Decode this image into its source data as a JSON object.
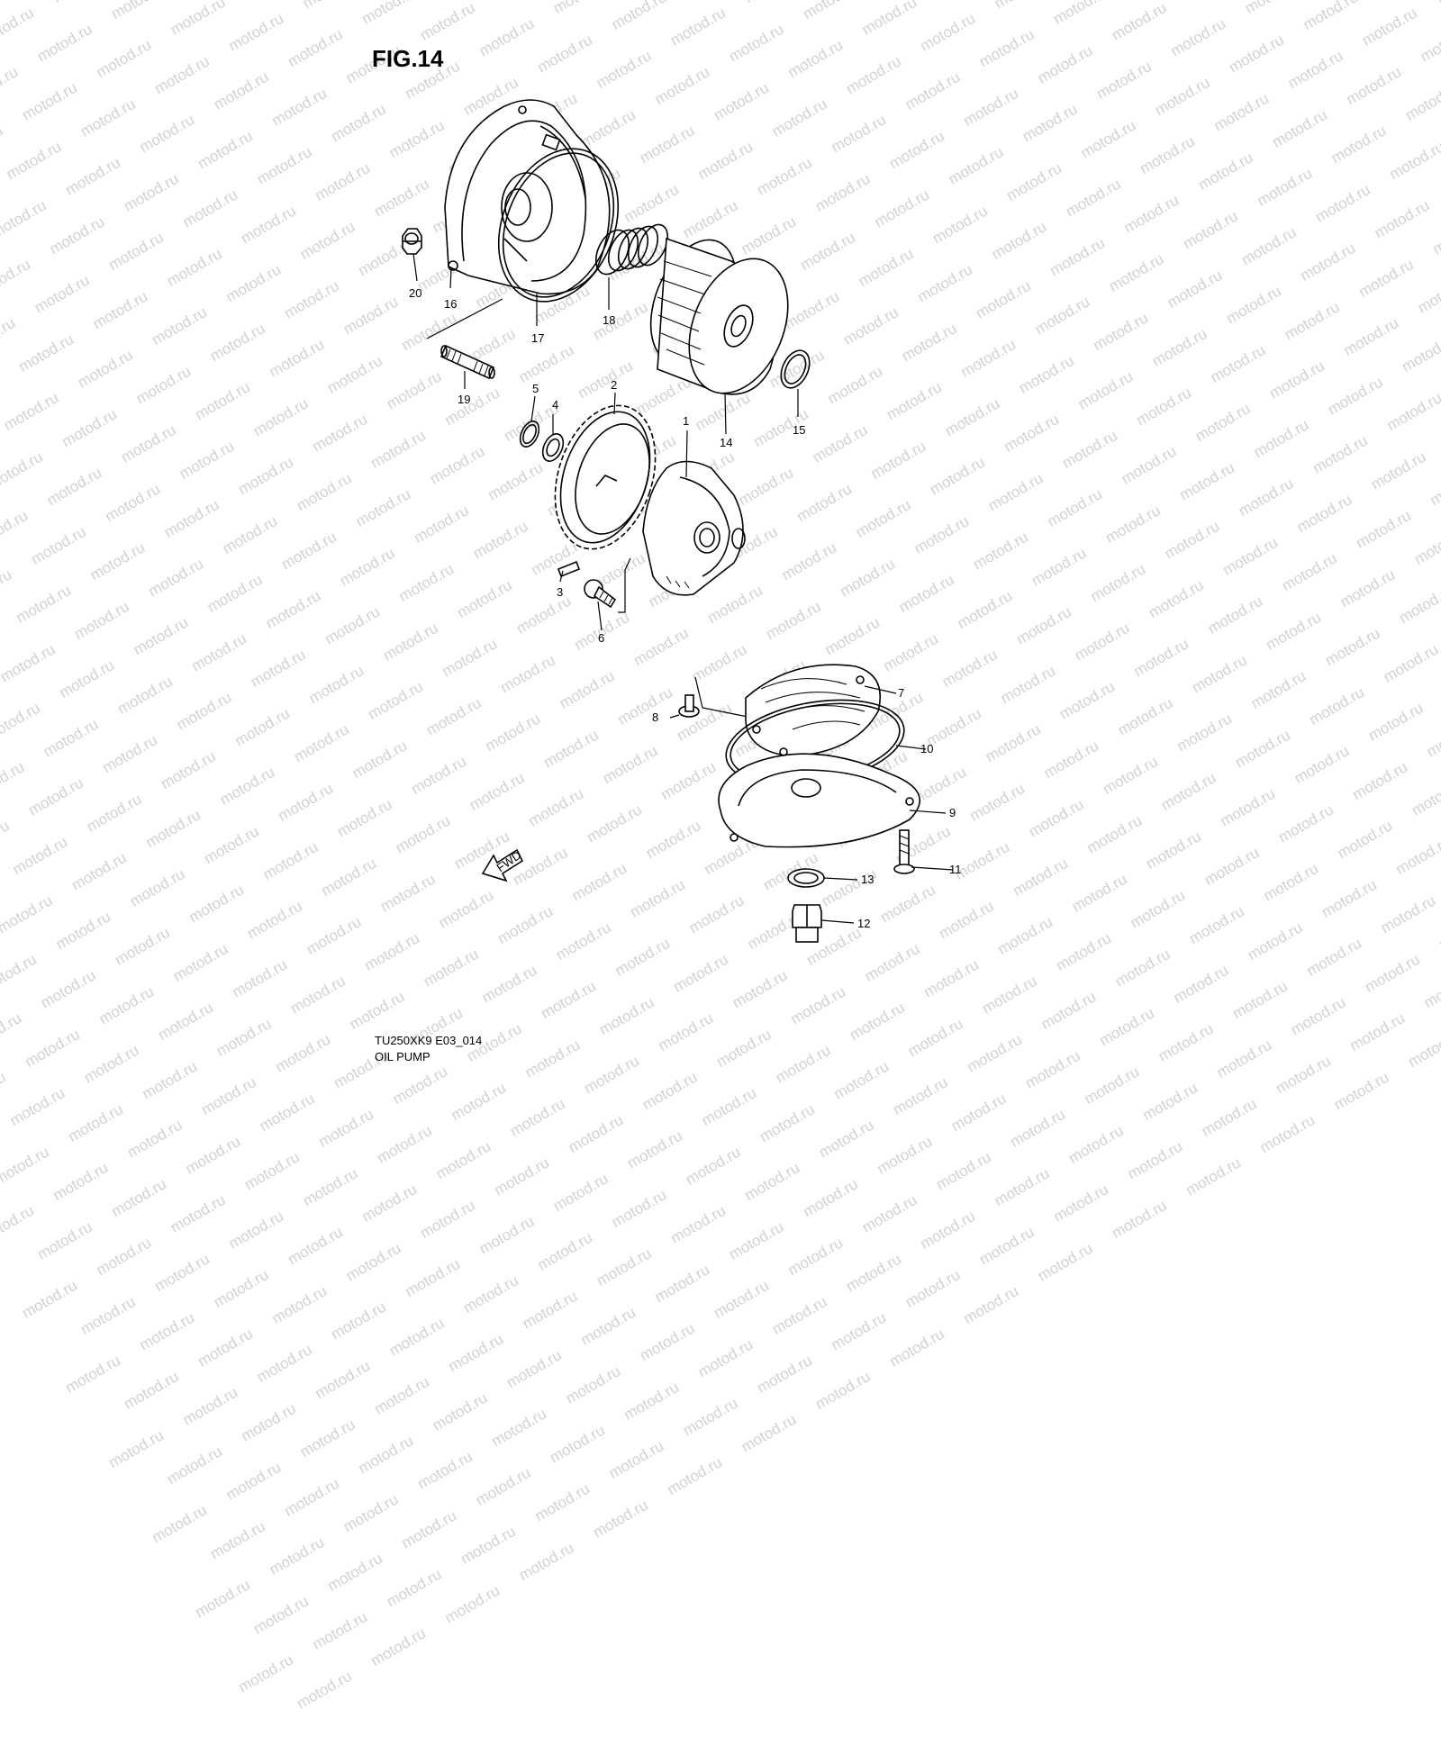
{
  "figure": {
    "title": "FIG.14"
  },
  "watermark": {
    "text": "motod.ru"
  },
  "fwd_label": "FWD",
  "callouts": [
    {
      "id": "c1",
      "label": "1"
    },
    {
      "id": "c2",
      "label": "2"
    },
    {
      "id": "c3",
      "label": "3"
    },
    {
      "id": "c4",
      "label": "4"
    },
    {
      "id": "c5",
      "label": "5"
    },
    {
      "id": "c6",
      "label": "6"
    },
    {
      "id": "c7",
      "label": "7"
    },
    {
      "id": "c8",
      "label": "8"
    },
    {
      "id": "c9",
      "label": "9"
    },
    {
      "id": "c10",
      "label": "10"
    },
    {
      "id": "c11",
      "label": "11"
    },
    {
      "id": "c12",
      "label": "12"
    },
    {
      "id": "c13",
      "label": "13"
    },
    {
      "id": "c14",
      "label": "14"
    },
    {
      "id": "c15",
      "label": "15"
    },
    {
      "id": "c16",
      "label": "16"
    },
    {
      "id": "c17",
      "label": "17"
    },
    {
      "id": "c18",
      "label": "18"
    },
    {
      "id": "c19",
      "label": "19"
    },
    {
      "id": "c20",
      "label": "20"
    }
  ],
  "caption": {
    "model_code": "TU250XK9 E03_014",
    "section_name": "OIL PUMP"
  }
}
